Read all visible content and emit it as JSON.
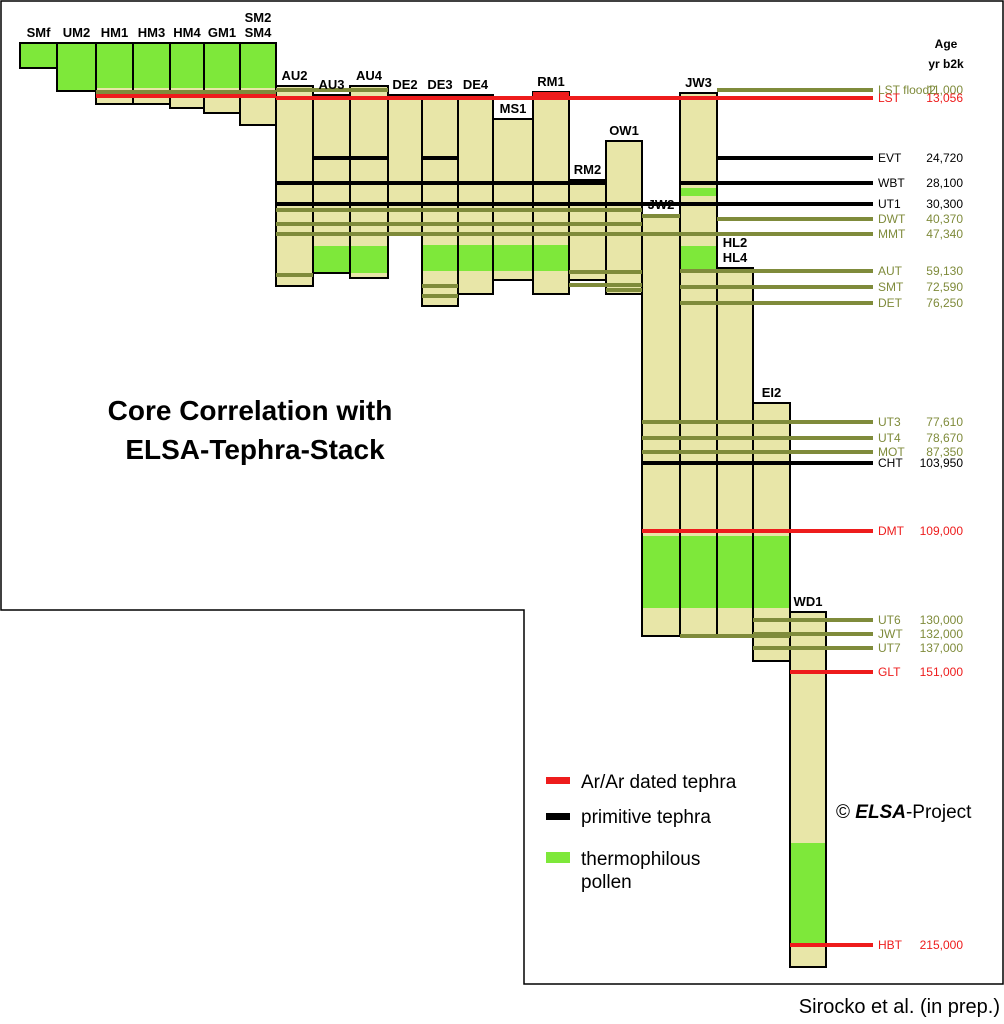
{
  "title_lines": [
    "Core Correlation with",
    "ELSA-Tephra-Stack"
  ],
  "age_header": [
    "Age",
    "yr b2k"
  ],
  "colors": {
    "core_fill": "#e8e6a8",
    "pollen": "#7ee83a",
    "arar": "#ee1c1c",
    "primitive": "#000000",
    "other": "#7f8b3b",
    "frame": "#000000"
  },
  "cores": [
    {
      "label": [
        "SMf"
      ]
    },
    {
      "label": [
        "UM2"
      ]
    },
    {
      "label": [
        "HM1"
      ]
    },
    {
      "label": [
        "HM3"
      ]
    },
    {
      "label": [
        "HM4"
      ]
    },
    {
      "label": [
        "GM1"
      ]
    },
    {
      "label": [
        "SM2",
        "SM4"
      ]
    },
    {
      "label": [
        "AU2"
      ]
    },
    {
      "label": [
        "AU3"
      ]
    },
    {
      "label": [
        "AU4"
      ]
    },
    {
      "label": [
        "DE2"
      ]
    },
    {
      "label": [
        "DE3"
      ]
    },
    {
      "label": [
        "DE4"
      ]
    },
    {
      "label": [
        "MS1"
      ]
    },
    {
      "label": [
        "RM1"
      ]
    },
    {
      "label": [
        "RM2"
      ]
    },
    {
      "label": [
        "OW1"
      ]
    },
    {
      "label": [
        "JW2"
      ]
    },
    {
      "label": [
        "JW3"
      ]
    },
    {
      "label": [
        "HL2",
        "HL4"
      ]
    },
    {
      "label": [
        "EI2"
      ]
    },
    {
      "label": [
        "WD1"
      ]
    }
  ],
  "tephras": [
    {
      "name": "LST flood2",
      "age": "11,000",
      "type": "other"
    },
    {
      "name": "LST",
      "age": "13,056",
      "type": "arar"
    },
    {
      "name": "EVT",
      "age": "24,720",
      "type": "primitive"
    },
    {
      "name": "WBT",
      "age": "28,100",
      "type": "primitive"
    },
    {
      "name": "UT1",
      "age": "30,300",
      "type": "primitive"
    },
    {
      "name": "DWT",
      "age": "40,370",
      "type": "other"
    },
    {
      "name": "MMT",
      "age": "47,340",
      "type": "other"
    },
    {
      "name": "AUT",
      "age": "59,130",
      "type": "other"
    },
    {
      "name": "SMT",
      "age": "72,590",
      "type": "other"
    },
    {
      "name": "DET",
      "age": "76,250",
      "type": "other"
    },
    {
      "name": "UT3",
      "age": "77,610",
      "type": "other"
    },
    {
      "name": "UT4",
      "age": "78,670",
      "type": "other"
    },
    {
      "name": "MOT",
      "age": "87,350",
      "type": "other"
    },
    {
      "name": "CHT",
      "age": "103,950",
      "type": "primitive"
    },
    {
      "name": "DMT",
      "age": "109,000",
      "type": "arar"
    },
    {
      "name": "UT6",
      "age": "130,000",
      "type": "other"
    },
    {
      "name": "JWT",
      "age": "132,000",
      "type": "other"
    },
    {
      "name": "UT7",
      "age": "137,000",
      "type": "other"
    },
    {
      "name": "GLT",
      "age": "151,000",
      "type": "arar"
    },
    {
      "name": "HBT",
      "age": "215,000",
      "type": "arar"
    }
  ],
  "legend": [
    {
      "type": "arar",
      "lines": [
        "Ar/Ar dated tephra"
      ]
    },
    {
      "type": "primitive",
      "lines": [
        "primitive tephra"
      ]
    },
    {
      "type": "pollen",
      "lines": [
        "thermophilous",
        "pollen"
      ]
    }
  ],
  "copyright": {
    "prefix": "© ",
    "bold": "ELSA",
    "suffix": "-Project"
  },
  "citation": "Sirocko et al. (in prep.)"
}
